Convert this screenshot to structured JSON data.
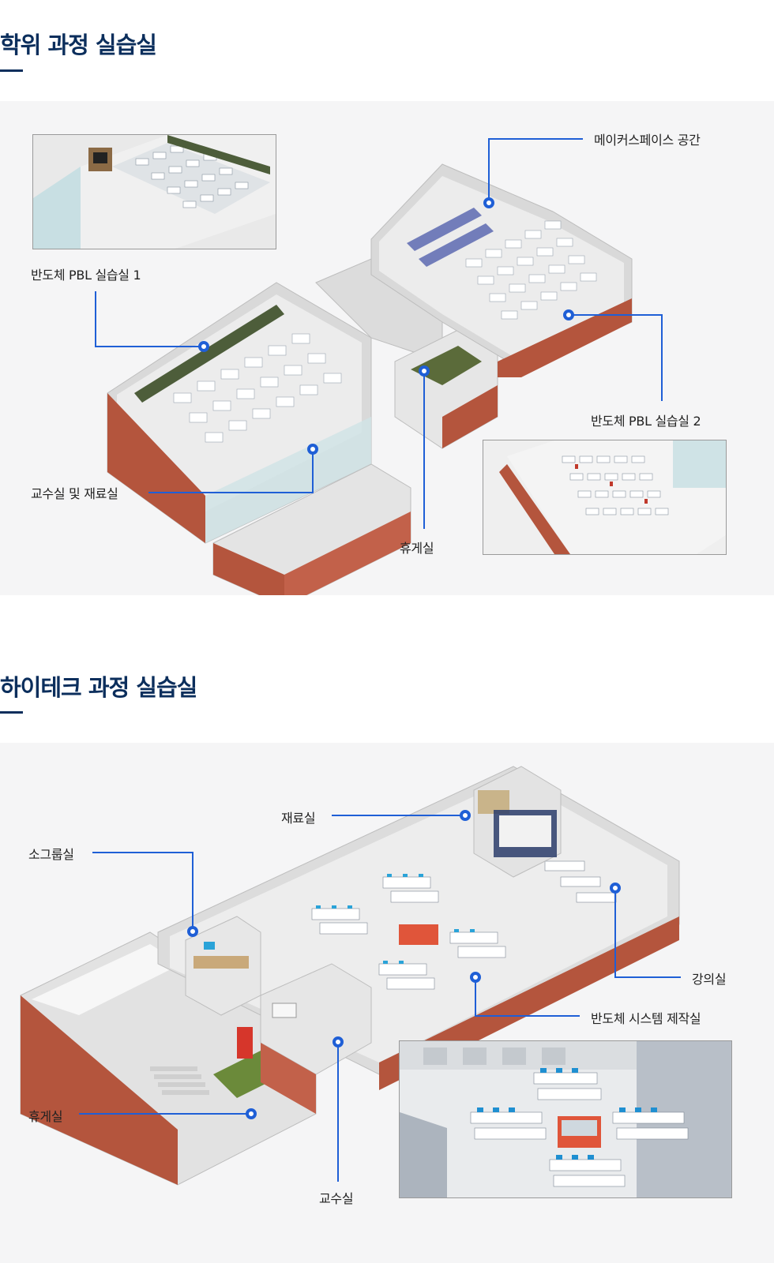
{
  "sections": [
    {
      "title": "학위 과정 실습실",
      "labels": {
        "maker_space": "메이커스페이스 공간",
        "pbl_lab_1": "반도체 PBL 실습실 1",
        "pbl_lab_2": "반도체 PBL 실습실 2",
        "faculty_materials": "교수실 및 재료실",
        "lounge": "휴게실"
      }
    },
    {
      "title": "하이테크 과정 실습실",
      "labels": {
        "materials": "재료실",
        "small_group": "소그룹실",
        "lecture": "강의실",
        "system_lab": "반도체 시스템 제작실",
        "lounge": "휴게실",
        "faculty": "교수실"
      }
    }
  ],
  "colors": {
    "title": "#0b2e5c",
    "leader_line": "#1f5fd6",
    "panel_bg": "#f5f5f6",
    "brick": "#b4553d"
  }
}
